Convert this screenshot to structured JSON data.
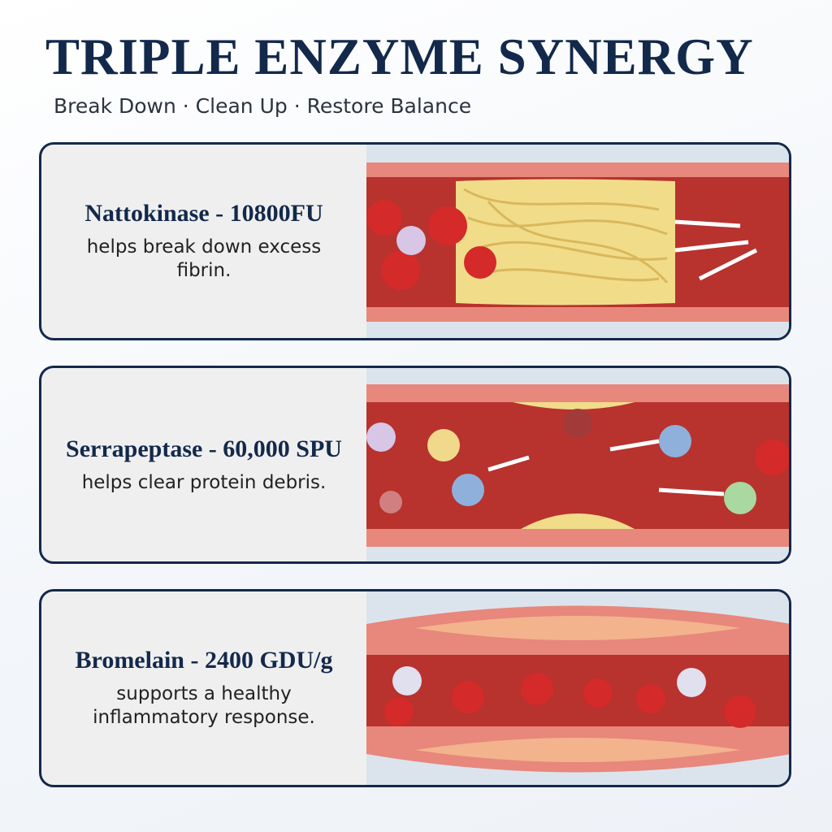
{
  "header": {
    "title": "TRIPLE ENZYME SYNERGY",
    "subtitle": "Break Down · Clean Up · Restore Balance"
  },
  "cards": [
    {
      "heading": "Nattokinase - 10800FU",
      "description": "helps break down excess fibrin.",
      "illustration": "fibrin-breakdown-vessel-illustration"
    },
    {
      "heading": "Serrapeptase - 60,000 SPU",
      "description": "helps clear protein debris.",
      "illustration": "protein-debris-clearing-vessel-illustration"
    },
    {
      "heading": "Bromelain - 2400 GDU/g",
      "description": "supports a healthy inflammatory response.",
      "illustration": "healthy-vessel-illustration"
    }
  ],
  "colors": {
    "navy": "#13294b",
    "vessel_wall": "#e8877c",
    "vessel_inner": "#b8322e",
    "blood_cell": "#d42a2a",
    "plaque": "#f1dc8a"
  }
}
